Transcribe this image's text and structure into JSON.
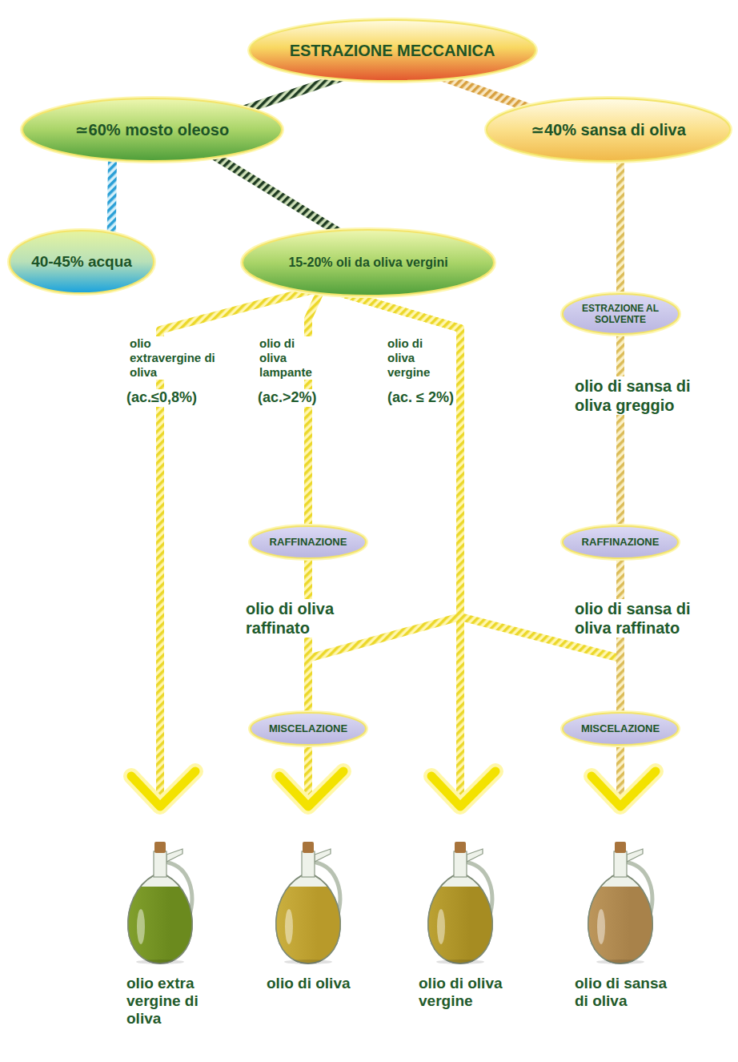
{
  "diagram": {
    "nodes": [
      {
        "text": [
          "ESTRAZIONE MECCANICA"
        ]
      },
      {
        "text": [
          "≃60% mosto oleoso"
        ]
      },
      {
        "text": [
          "≃40% sansa di oliva"
        ]
      },
      {
        "text": [
          "40-45% acqua"
        ]
      },
      {
        "text": [
          "15-20% oli da oliva vergini"
        ]
      },
      {
        "text": [
          "ESTRAZIONE AL SOLVENTE"
        ]
      },
      {
        "text": [
          "RAFFINAZIONE"
        ]
      },
      {
        "text": [
          "RAFFINAZIONE"
        ]
      },
      {
        "text": [
          "MISCELAZIONE"
        ]
      },
      {
        "text": [
          "MISCELAZIONE"
        ]
      },
      {
        "text": [
          "olio extra vergine di oliva"
        ]
      },
      {
        "text": [
          "olio di oliva"
        ]
      },
      {
        "text": [
          "olio di oliva vergine"
        ]
      },
      {
        "text": [
          "olio di sansa di oliva"
        ]
      }
    ],
    "edges": [
      {
        "from": 0,
        "to": 1,
        "arrow": "none"
      },
      {
        "from": 0,
        "to": 2,
        "arrow": "none"
      },
      {
        "from": 1,
        "to": 3,
        "arrow": "none"
      },
      {
        "from": 1,
        "to": 4,
        "arrow": "none"
      },
      {
        "from": 4,
        "to": 10,
        "arrow": "none"
      },
      {
        "from": 4,
        "to": 6,
        "arrow": "none"
      },
      {
        "from": 4,
        "to": 12,
        "arrow": "none"
      },
      {
        "from": 4,
        "to": 8,
        "arrow": "none"
      },
      {
        "from": 4,
        "to": 9,
        "arrow": "none"
      },
      {
        "from": 2,
        "to": 5,
        "arrow": "none"
      },
      {
        "from": 5,
        "to": 7,
        "arrow": "none"
      },
      {
        "from": 6,
        "to": 8,
        "arrow": "none"
      },
      {
        "from": 7,
        "to": 9,
        "arrow": "none"
      },
      {
        "from": 8,
        "to": 11,
        "arrow": "none"
      },
      {
        "from": 9,
        "to": 13,
        "arrow": "none"
      }
    ],
    "labels": [
      "olio extravergine di oliva",
      "(ac.≤0,8%)",
      "olio di oliva lampante",
      "(ac.>2%)",
      "olio di oliva vergine",
      "(ac. ≤ 2%)",
      "olio di sansa di oliva greggio",
      "olio di oliva raffinato",
      "olio di sansa di oliva raffinato"
    ]
  }
}
